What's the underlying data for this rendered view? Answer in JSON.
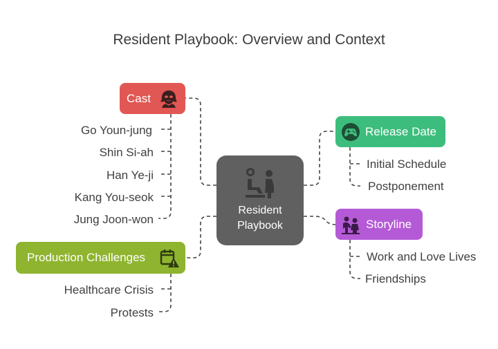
{
  "title": "Resident Playbook: Overview and Context",
  "center": {
    "label": "Resident\nPlaybook",
    "icon": "patient-consultation-icon",
    "color": "#606060"
  },
  "branches": {
    "cast": {
      "label": "Cast",
      "icon": "actor-mask-icon",
      "color": "#e15753",
      "items": [
        "Go Youn-jung",
        "Shin Si-ah",
        "Han Ye-ji",
        "Kang You-seok",
        "Jung Joon-won"
      ]
    },
    "release": {
      "label": "Release Date",
      "icon": "gamepad-icon",
      "color": "#3dbd7d",
      "items": [
        "Initial Schedule",
        "Postponement"
      ]
    },
    "storyline": {
      "label": "Storyline",
      "icon": "couple-icon",
      "color": "#b55ad7",
      "items": [
        "Work and Love Lives",
        "Friendships"
      ]
    },
    "production": {
      "label": "Production Challenges",
      "icon": "calendar-warning-icon",
      "color": "#8fb42f",
      "items": [
        "Healthcare Crisis",
        "Protests"
      ]
    }
  }
}
